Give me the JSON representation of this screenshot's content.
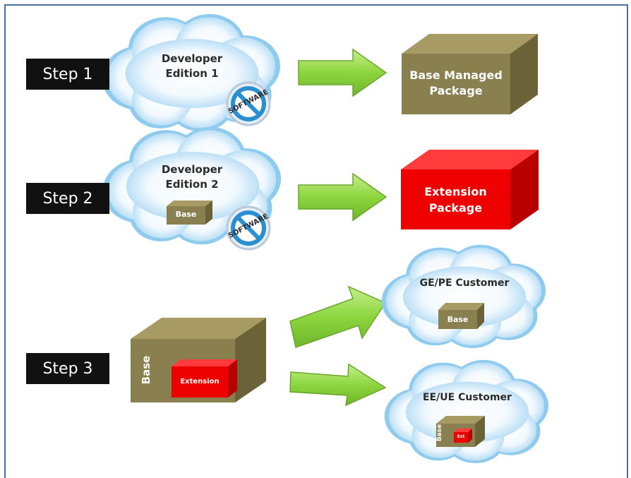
{
  "steps": [
    {
      "label": "Step 1"
    },
    {
      "label": "Step 2"
    },
    {
      "label": "Step 3"
    }
  ],
  "step1": {
    "cloud_line1": "Developer",
    "cloud_line2": "Edition 1",
    "badge_text": "SOFTWARE",
    "package_line1": "Base Managed",
    "package_line2": "Package"
  },
  "step2": {
    "cloud_line1": "Developer",
    "cloud_line2": "Edition 2",
    "mini_box_label": "Base",
    "badge_text": "SOFTWARE",
    "package_line1": "Extension",
    "package_line2": "Package"
  },
  "step3": {
    "big_box_label": "Base",
    "inner_box_label": "Extension",
    "customer1_title": "GE/PE Customer",
    "customer1_box": "Base",
    "customer2_title": "EE/UE Customer",
    "customer2_box": "Base",
    "customer2_ext": "Ext"
  },
  "colors": {
    "olive_front": "#8a7f4f",
    "olive_top": "#a79b63",
    "olive_side": "#6c6238",
    "red_front": "#ee0000",
    "red_top": "#ff3b3b",
    "red_side": "#b80000",
    "arrow": "#8dd63f",
    "cloud_edge": "#7fc2ea"
  },
  "icons": [
    "cloud-icon",
    "no-software-icon",
    "right-arrow-icon",
    "package-box-icon"
  ]
}
